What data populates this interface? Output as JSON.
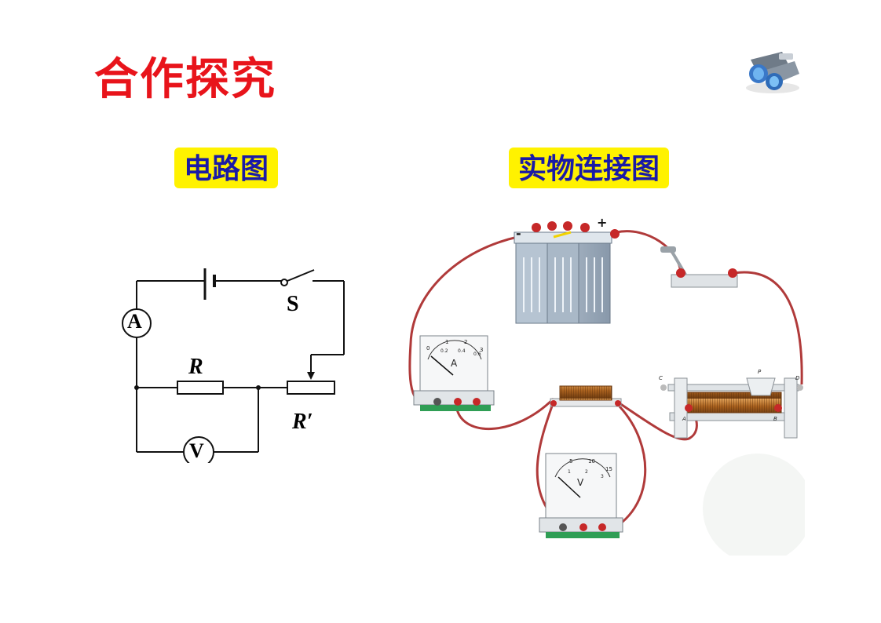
{
  "title": "合作探究",
  "labels": {
    "circuit_diagram": "电路图",
    "physical_connection": "实物连接图"
  },
  "schematic": {
    "ammeter": "A",
    "voltmeter": "V",
    "switch": "S",
    "resistor": "R",
    "rheostat": "R′"
  },
  "apparatus": {
    "battery_minus": "-",
    "battery_plus": "+",
    "ammeter_letter": "A",
    "ammeter_scale": [
      "0",
      "1",
      "2",
      "3",
      "0.2",
      "0.4",
      "0.6"
    ],
    "voltmeter_letter": "V",
    "voltmeter_scale": [
      "5",
      "10",
      "15",
      "1",
      "2",
      "3"
    ],
    "rheostat_terminals": [
      "C",
      "P",
      "D",
      "A",
      "B"
    ]
  },
  "icons": {
    "decoration": "binoculars-icon"
  },
  "colors": {
    "title": "#e8141b",
    "label_bg": "#fff200",
    "label_text": "#1a1aa6",
    "wire": "#b03a3a"
  }
}
